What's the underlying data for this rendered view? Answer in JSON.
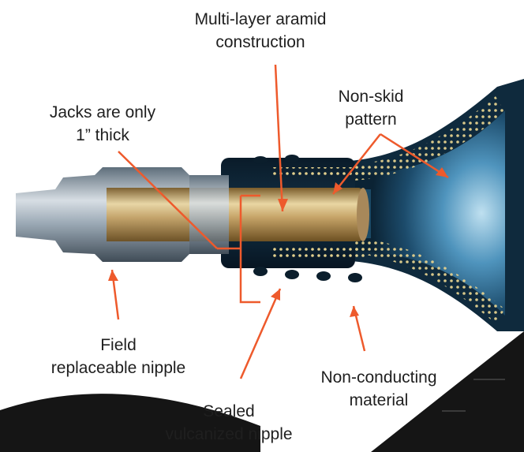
{
  "labels": {
    "multi_layer": [
      "Multi-layer aramid",
      "construction"
    ],
    "jacks": [
      "Jacks are only",
      "1” thick"
    ],
    "non_skid": [
      "Non-skid",
      "pattern"
    ],
    "field_nipple": [
      "Field",
      "replaceable nipple"
    ],
    "sealed_nipple": [
      "Sealed",
      "vulcanized nipple"
    ],
    "non_conducting": [
      "Non-conducting",
      "material"
    ]
  },
  "colors": {
    "callout": "#ee5a2c",
    "hose_dark": "#0d2436",
    "hose_mid": "#2a6c93",
    "jack_gold": "#c8a96a",
    "fitting_steel": "#8a9aa8",
    "dots": "#e3d08e",
    "ground": "#151515"
  }
}
